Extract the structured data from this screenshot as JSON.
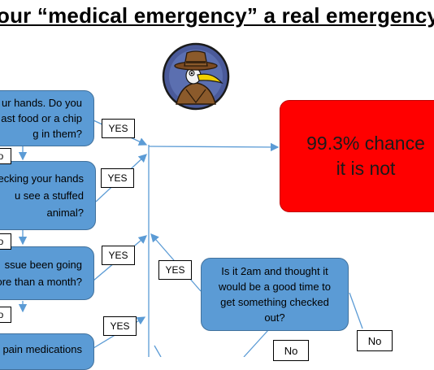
{
  "title": "our “medical emergency” a real emergency?",
  "colors": {
    "question_box": "#5b9bd5",
    "result_box": "#ff0000",
    "arrow": "#5b9bd5"
  },
  "avatar": {
    "icon": "plague-doctor-icon"
  },
  "result": {
    "line1": "99.3% chance",
    "line2": "it is not"
  },
  "questions": [
    {
      "lines": [
        "ur hands.  Do you",
        "ast food or a chip",
        "g in them?"
      ]
    },
    {
      "lines": [
        "ecking your hands",
        "u see a stuffed",
        "animal?"
      ]
    },
    {
      "lines": [
        "ssue been going",
        "ore than a month?"
      ]
    },
    {
      "lines": [
        "pain medications"
      ]
    },
    {
      "lines": [
        "Is it 2am and thought it",
        "would be a good time to",
        "get something checked",
        "out?"
      ]
    }
  ],
  "labels": {
    "yes1": "YES",
    "no1": "o",
    "yes2": "YES",
    "no2": "o",
    "yes3": "YES",
    "no3": "o",
    "yes4": "YES",
    "yes5": "YES",
    "no_right": "No",
    "no_bottom": "No"
  }
}
